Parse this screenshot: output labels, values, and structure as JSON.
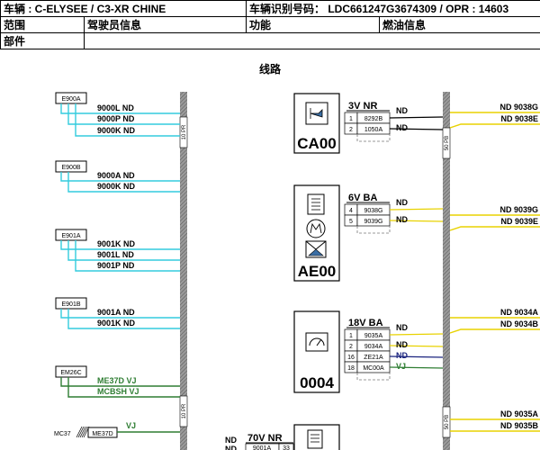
{
  "header": {
    "vehicle": "车辆 : C-ELYSEE / C3-XR CHINE",
    "vin": "车辆识别号码： LDC661247G3674309 / OPR : 14603",
    "scope_label": "范围",
    "scope_value": "驾驶员信息",
    "function_label": "功能",
    "function_value": "燃油信息",
    "part_label": "部件"
  },
  "page_title": "线路",
  "left_connectors": [
    {
      "id": "E900A",
      "wires": [
        "9000L ND",
        "9000P ND",
        "9000K ND"
      ]
    },
    {
      "id": "E900B",
      "wires": [
        "9000A ND",
        "9000K ND"
      ]
    },
    {
      "id": "E901A",
      "wires": [
        "9001K ND",
        "9001L ND",
        "9001P ND"
      ]
    },
    {
      "id": "E901B",
      "wires": [
        "9001A ND",
        "9001K ND"
      ]
    },
    {
      "id": "EM26C",
      "wires": [
        "ME37D VJ",
        "MCBSH VJ"
      ]
    }
  ],
  "mc37": {
    "label": "MC37",
    "box": "ME37D",
    "wire": "VJ"
  },
  "bus_labels": [
    "10 PR",
    "10 PR",
    "50 PB",
    "50 PB"
  ],
  "components": [
    {
      "id": "CA00",
      "connector": "3V NR",
      "rows": [
        {
          "pin": "1",
          "wire": "8292B",
          "color": "ND"
        },
        {
          "pin": "2",
          "wire": "1050A",
          "color": "ND"
        }
      ],
      "outputs": [
        "ND 9038G",
        "ND 9038E"
      ]
    },
    {
      "id": "AE00",
      "connector": "6V BA",
      "rows": [
        {
          "pin": "4",
          "wire": "9038G",
          "color": "ND"
        },
        {
          "pin": "5",
          "wire": "9039G",
          "color": "ND"
        }
      ],
      "outputs": [
        "ND 9039G",
        "ND 9039E"
      ]
    },
    {
      "id": "0004",
      "connector": "18V BA",
      "rows": [
        {
          "pin": "1",
          "wire": "9035A",
          "color": "ND"
        },
        {
          "pin": "2",
          "wire": "9034A",
          "color": "ND"
        },
        {
          "pin": "16",
          "wire": "ZE21A",
          "color": "ND"
        },
        {
          "pin": "18",
          "wire": "MC00A",
          "color": "VJ"
        }
      ],
      "outputs": [
        "ND 9034A",
        "ND 9034B"
      ]
    }
  ],
  "bottom_outputs": [
    "ND 9035A",
    "ND 9035B"
  ],
  "bottom_component": {
    "connector": "70V NR",
    "pin_wire": "9001A",
    "pin": "33",
    "left_labels": [
      "ND",
      "ND"
    ]
  },
  "colors": {
    "cyan": "#33ccdd",
    "green": "#2e7d32",
    "yellow": "#e8d200",
    "blue": "#1a237e",
    "bus": "#7a7a7a"
  }
}
